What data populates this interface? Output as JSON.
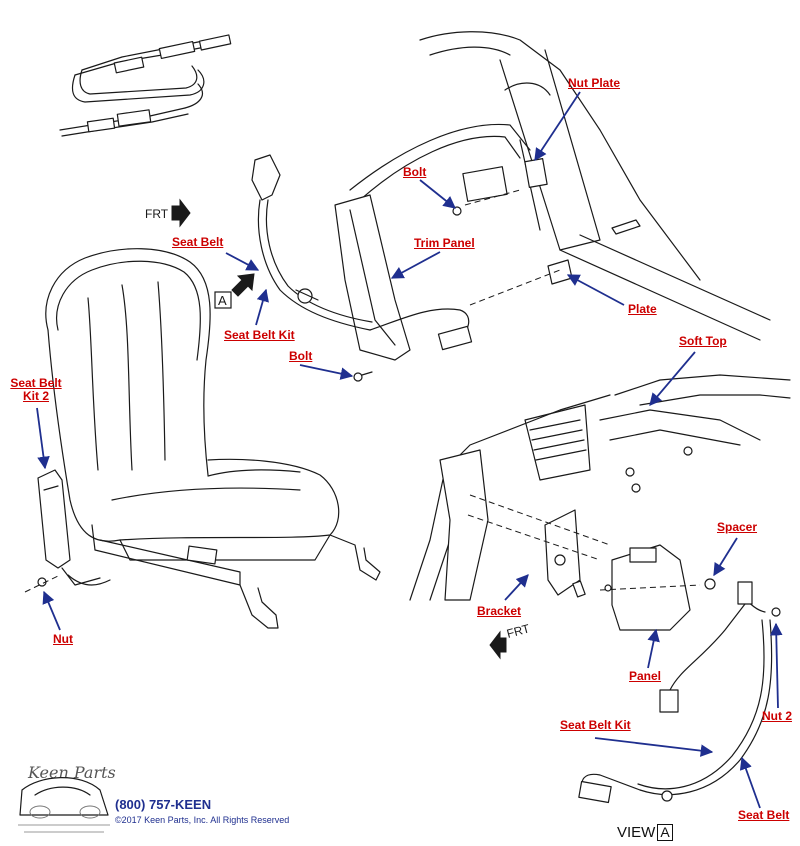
{
  "labels": {
    "nut_plate": "Nut Plate",
    "bolt_top": "Bolt",
    "trim_panel": "Trim Panel",
    "seat_belt_top": "Seat Belt",
    "seat_belt_kit_top": "Seat Belt Kit",
    "plate": "Plate",
    "bolt_mid": "Bolt",
    "soft_top": "Soft Top",
    "seat_belt_kit2_line1": "Seat Belt",
    "seat_belt_kit2_line2": "Kit 2",
    "nut": "Nut",
    "spacer": "Spacer",
    "bracket": "Bracket",
    "panel": "Panel",
    "nut2": "Nut 2",
    "seat_belt_kit_bottom": "Seat Belt Kit",
    "seat_belt_bottom": "Seat Belt"
  },
  "callouts": {
    "frt_top": "FRT",
    "frt_bottom": "FRT",
    "view_a_box": "A",
    "view_label": "VIEW",
    "view_letter": "A"
  },
  "logo": {
    "brand": "Keen Parts",
    "phone": "(800) 757-KEEN",
    "copyright": "©2017 Keen Parts, Inc. All Rights Reserved"
  },
  "colors": {
    "label_red": "#cc0000",
    "arrow_blue": "#1f2f8f",
    "ink": "#1a1a1a"
  }
}
